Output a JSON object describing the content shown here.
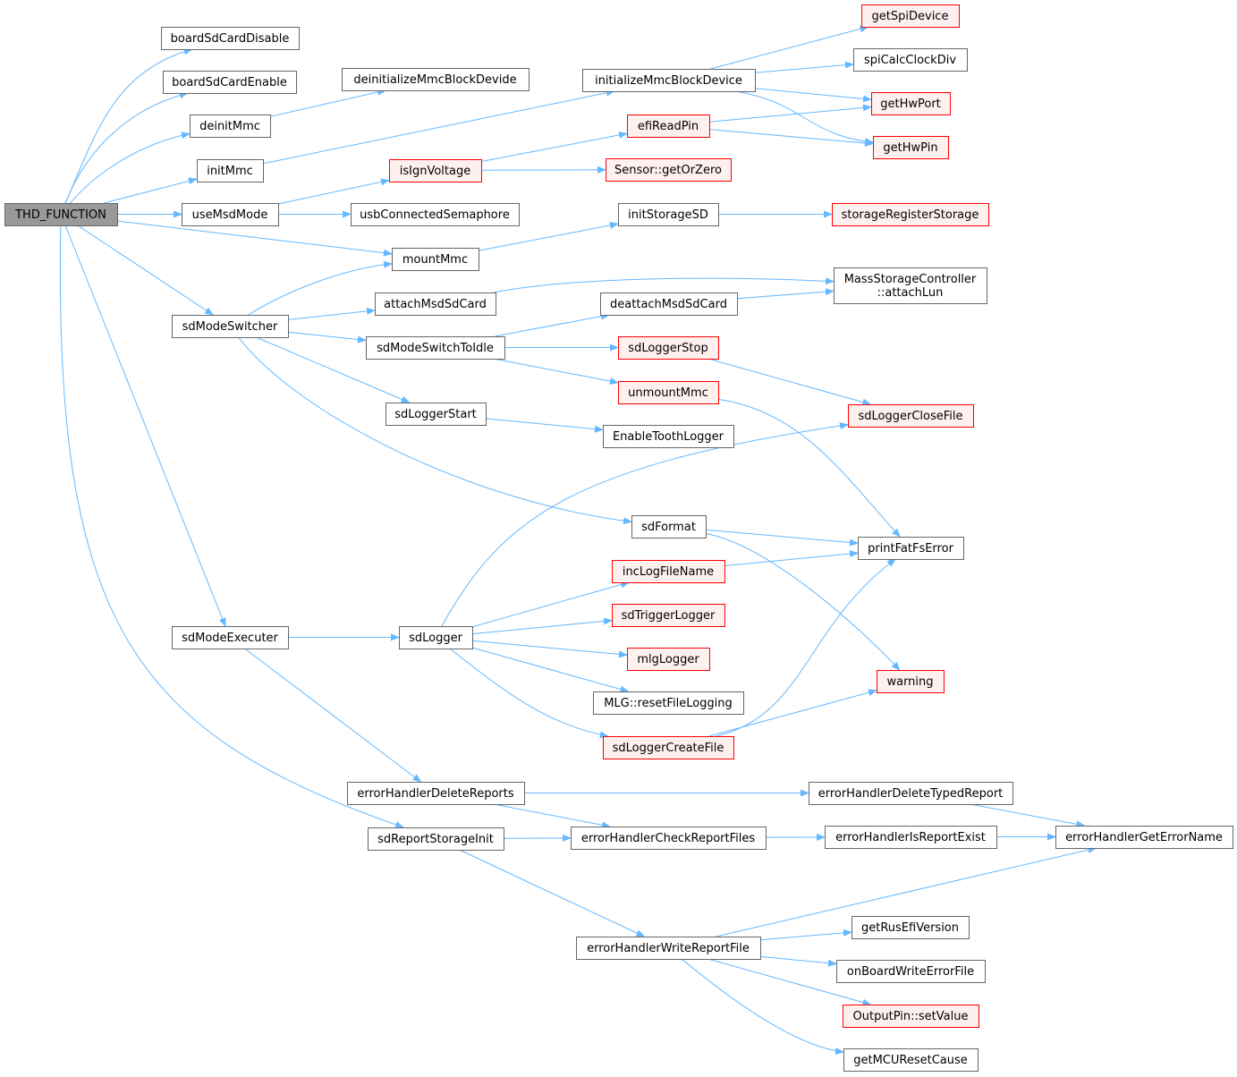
{
  "colors": {
    "edge": "#63b8ff",
    "node_fill": "#ffffff",
    "node_border": "#666666",
    "root_fill": "#999999",
    "root_border": "#666666",
    "truncated_fill": "#fff0f0",
    "truncated_border": "#ff0000"
  },
  "nodes": [
    {
      "id": "thd",
      "label": "THD_FUNCTION",
      "style": "root"
    },
    {
      "id": "boardSdCardDisable",
      "label": "boardSdCardDisable",
      "style": "normal"
    },
    {
      "id": "boardSdCardEnable",
      "label": "boardSdCardEnable",
      "style": "normal"
    },
    {
      "id": "deinitMmc",
      "label": "deinitMmc",
      "style": "normal"
    },
    {
      "id": "initMmc",
      "label": "initMmc",
      "style": "normal"
    },
    {
      "id": "useMsdMode",
      "label": "useMsdMode",
      "style": "normal"
    },
    {
      "id": "sdModeSwitcher",
      "label": "sdModeSwitcher",
      "style": "normal"
    },
    {
      "id": "sdModeExecuter",
      "label": "sdModeExecuter",
      "style": "normal"
    },
    {
      "id": "deinitializeMmcBlockDevide",
      "label": "deinitializeMmcBlockDevide",
      "style": "normal"
    },
    {
      "id": "isIgnVoltage",
      "label": "isIgnVoltage",
      "style": "truncated"
    },
    {
      "id": "usbConnectedSemaphore",
      "label": "usbConnectedSemaphore",
      "style": "normal"
    },
    {
      "id": "mountMmc",
      "label": "mountMmc",
      "style": "normal"
    },
    {
      "id": "attachMsdSdCard",
      "label": "attachMsdSdCard",
      "style": "normal"
    },
    {
      "id": "sdModeSwitchToIdle",
      "label": "sdModeSwitchToIdle",
      "style": "normal"
    },
    {
      "id": "sdLoggerStart",
      "label": "sdLoggerStart",
      "style": "normal"
    },
    {
      "id": "sdLogger",
      "label": "sdLogger",
      "style": "normal"
    },
    {
      "id": "errorHandlerDeleteReports",
      "label": "errorHandlerDeleteReports",
      "style": "normal"
    },
    {
      "id": "sdReportStorageInit",
      "label": "sdReportStorageInit",
      "style": "normal"
    },
    {
      "id": "initializeMmcBlockDevice",
      "label": "initializeMmcBlockDevice",
      "style": "normal"
    },
    {
      "id": "efiReadPin",
      "label": "efiReadPin",
      "style": "truncated"
    },
    {
      "id": "sensorGetOrZero",
      "label": "Sensor::getOrZero",
      "style": "truncated"
    },
    {
      "id": "initStorageSD",
      "label": "initStorageSD",
      "style": "normal"
    },
    {
      "id": "deattachMsdSdCard",
      "label": "deattachMsdSdCard",
      "style": "normal"
    },
    {
      "id": "sdLoggerStop",
      "label": "sdLoggerStop",
      "style": "truncated"
    },
    {
      "id": "unmountMmc",
      "label": "unmountMmc",
      "style": "truncated"
    },
    {
      "id": "enableToothLogger",
      "label": "EnableToothLogger",
      "style": "normal"
    },
    {
      "id": "sdFormat",
      "label": "sdFormat",
      "style": "normal"
    },
    {
      "id": "incLogFileName",
      "label": "incLogFileName",
      "style": "truncated"
    },
    {
      "id": "sdTriggerLogger",
      "label": "sdTriggerLogger",
      "style": "truncated"
    },
    {
      "id": "mlgLogger",
      "label": "mlgLogger",
      "style": "truncated"
    },
    {
      "id": "mlgResetFileLogging",
      "label": "MLG::resetFileLogging",
      "style": "normal"
    },
    {
      "id": "sdLoggerCreateFile",
      "label": "sdLoggerCreateFile",
      "style": "truncated"
    },
    {
      "id": "errorHandlerCheckReportFiles",
      "label": "errorHandlerCheckReportFiles",
      "style": "normal"
    },
    {
      "id": "errorHandlerWriteReportFile",
      "label": "errorHandlerWriteReportFile",
      "style": "normal"
    },
    {
      "id": "getSpiDevice",
      "label": "getSpiDevice",
      "style": "truncated"
    },
    {
      "id": "spiCalcClockDiv",
      "label": "spiCalcClockDiv",
      "style": "normal"
    },
    {
      "id": "getHwPort",
      "label": "getHwPort",
      "style": "truncated"
    },
    {
      "id": "getHwPin",
      "label": "getHwPin",
      "style": "truncated"
    },
    {
      "id": "storageRegisterStorage",
      "label": "storageRegisterStorage",
      "style": "truncated"
    },
    {
      "id": "attachLun",
      "label": "MassStorageController\n::attachLun",
      "style": "normal"
    },
    {
      "id": "sdLoggerCloseFile",
      "label": "sdLoggerCloseFile",
      "style": "truncated"
    },
    {
      "id": "printFatFsError",
      "label": "printFatFsError",
      "style": "normal"
    },
    {
      "id": "warning",
      "label": "warning",
      "style": "truncated"
    },
    {
      "id": "errorHandlerDeleteTypedReport",
      "label": "errorHandlerDeleteTypedReport",
      "style": "normal"
    },
    {
      "id": "errorHandlerIsReportExist",
      "label": "errorHandlerIsReportExist",
      "style": "normal"
    },
    {
      "id": "errorHandlerGetErrorName",
      "label": "errorHandlerGetErrorName",
      "style": "normal"
    },
    {
      "id": "getRusEfiVersion",
      "label": "getRusEfiVersion",
      "style": "normal"
    },
    {
      "id": "onBoardWriteErrorFile",
      "label": "onBoardWriteErrorFile",
      "style": "normal"
    },
    {
      "id": "outputPinSetValue",
      "label": "OutputPin::setValue",
      "style": "truncated"
    },
    {
      "id": "getMCUResetCause",
      "label": "getMCUResetCause",
      "style": "normal"
    }
  ],
  "edges": [
    [
      "thd",
      "boardSdCardDisable"
    ],
    [
      "thd",
      "boardSdCardEnable"
    ],
    [
      "thd",
      "deinitMmc"
    ],
    [
      "thd",
      "initMmc"
    ],
    [
      "thd",
      "useMsdMode"
    ],
    [
      "thd",
      "mountMmc"
    ],
    [
      "thd",
      "sdModeSwitcher"
    ],
    [
      "thd",
      "sdModeExecuter"
    ],
    [
      "thd",
      "sdReportStorageInit"
    ],
    [
      "deinitMmc",
      "deinitializeMmcBlockDevide"
    ],
    [
      "initMmc",
      "initializeMmcBlockDevice"
    ],
    [
      "useMsdMode",
      "isIgnVoltage"
    ],
    [
      "useMsdMode",
      "usbConnectedSemaphore"
    ],
    [
      "isIgnVoltage",
      "efiReadPin"
    ],
    [
      "isIgnVoltage",
      "sensorGetOrZero"
    ],
    [
      "initializeMmcBlockDevice",
      "getSpiDevice"
    ],
    [
      "initializeMmcBlockDevice",
      "spiCalcClockDiv"
    ],
    [
      "initializeMmcBlockDevice",
      "getHwPort"
    ],
    [
      "initializeMmcBlockDevice",
      "getHwPin"
    ],
    [
      "efiReadPin",
      "getHwPort"
    ],
    [
      "efiReadPin",
      "getHwPin"
    ],
    [
      "mountMmc",
      "initStorageSD"
    ],
    [
      "initStorageSD",
      "storageRegisterStorage"
    ],
    [
      "sdModeSwitcher",
      "mountMmc"
    ],
    [
      "sdModeSwitcher",
      "attachMsdSdCard"
    ],
    [
      "sdModeSwitcher",
      "sdModeSwitchToIdle"
    ],
    [
      "sdModeSwitcher",
      "sdLoggerStart"
    ],
    [
      "sdModeSwitcher",
      "sdFormat"
    ],
    [
      "attachMsdSdCard",
      "attachLun"
    ],
    [
      "deattachMsdSdCard",
      "attachLun"
    ],
    [
      "sdModeSwitchToIdle",
      "deattachMsdSdCard"
    ],
    [
      "sdModeSwitchToIdle",
      "sdLoggerStop"
    ],
    [
      "sdModeSwitchToIdle",
      "unmountMmc"
    ],
    [
      "sdLoggerStop",
      "sdLoggerCloseFile"
    ],
    [
      "unmountMmc",
      "printFatFsError"
    ],
    [
      "sdLoggerStart",
      "enableToothLogger"
    ],
    [
      "sdFormat",
      "printFatFsError"
    ],
    [
      "sdFormat",
      "warning"
    ],
    [
      "sdModeExecuter",
      "sdLogger"
    ],
    [
      "sdModeExecuter",
      "errorHandlerDeleteReports"
    ],
    [
      "sdLogger",
      "sdLoggerCloseFile"
    ],
    [
      "sdLogger",
      "incLogFileName"
    ],
    [
      "sdLogger",
      "sdTriggerLogger"
    ],
    [
      "sdLogger",
      "mlgLogger"
    ],
    [
      "sdLogger",
      "mlgResetFileLogging"
    ],
    [
      "sdLogger",
      "sdLoggerCreateFile"
    ],
    [
      "incLogFileName",
      "printFatFsError"
    ],
    [
      "sdLoggerCreateFile",
      "printFatFsError"
    ],
    [
      "sdLoggerCreateFile",
      "warning"
    ],
    [
      "errorHandlerDeleteReports",
      "errorHandlerDeleteTypedReport"
    ],
    [
      "errorHandlerDeleteReports",
      "errorHandlerCheckReportFiles"
    ],
    [
      "errorHandlerDeleteTypedReport",
      "errorHandlerGetErrorName"
    ],
    [
      "sdReportStorageInit",
      "errorHandlerCheckReportFiles"
    ],
    [
      "sdReportStorageInit",
      "errorHandlerWriteReportFile"
    ],
    [
      "errorHandlerCheckReportFiles",
      "errorHandlerIsReportExist"
    ],
    [
      "errorHandlerIsReportExist",
      "errorHandlerGetErrorName"
    ],
    [
      "errorHandlerWriteReportFile",
      "errorHandlerGetErrorName"
    ],
    [
      "errorHandlerWriteReportFile",
      "getRusEfiVersion"
    ],
    [
      "errorHandlerWriteReportFile",
      "onBoardWriteErrorFile"
    ],
    [
      "errorHandlerWriteReportFile",
      "outputPinSetValue"
    ],
    [
      "errorHandlerWriteReportFile",
      "getMCUResetCause"
    ]
  ]
}
